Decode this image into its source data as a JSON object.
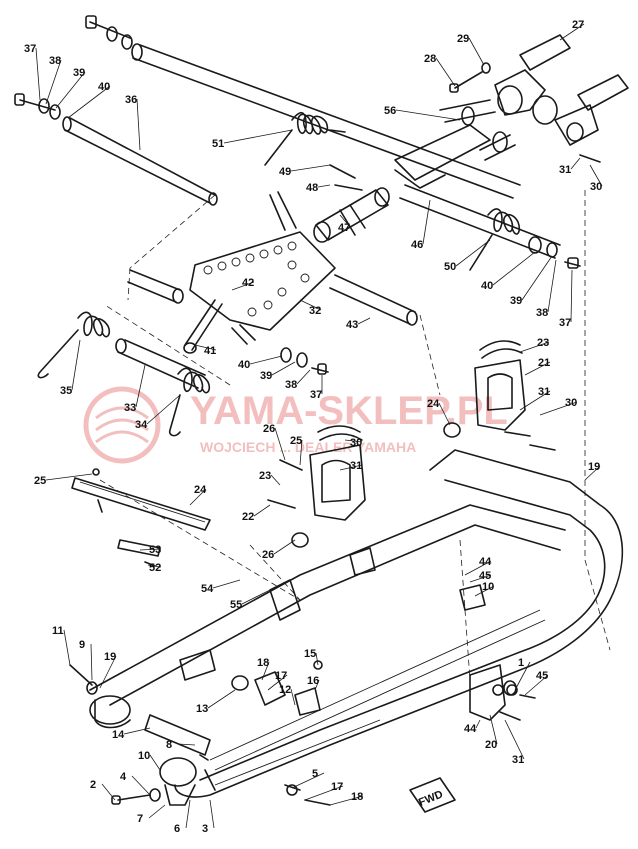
{
  "watermark": {
    "main_text": "YAMA-SKLEP.PL",
    "sub_text": "WOJCIECH ... DEALER YAMAHA",
    "color": "#e88a8a"
  },
  "fwd_badge": "FWD",
  "callouts": [
    "37",
    "38",
    "39",
    "40",
    "36",
    "51",
    "49",
    "48",
    "47",
    "46",
    "56",
    "28",
    "29",
    "27",
    "31",
    "30",
    "50",
    "40",
    "39",
    "38",
    "37",
    "42",
    "32",
    "43",
    "41",
    "40",
    "39",
    "38",
    "37",
    "35",
    "33",
    "34",
    "23",
    "21",
    "24",
    "31",
    "30",
    "26",
    "25",
    "30",
    "31",
    "23",
    "22",
    "26",
    "25",
    "24",
    "53",
    "52",
    "54",
    "55",
    "44",
    "45",
    "10",
    "11",
    "9",
    "19",
    "18",
    "17",
    "13",
    "12",
    "14",
    "15",
    "16",
    "10",
    "8",
    "4",
    "2",
    "7",
    "6",
    "3",
    "5",
    "17",
    "18",
    "19",
    "1",
    "45",
    "44",
    "20",
    "31",
    "30"
  ]
}
